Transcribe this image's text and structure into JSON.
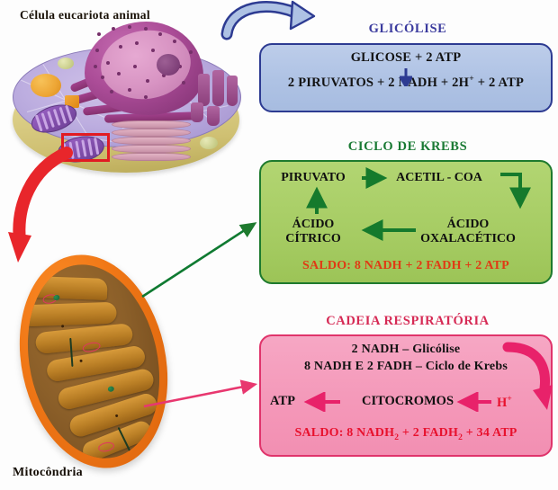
{
  "figure": {
    "cell_label": "Célula  eucariota animal",
    "mitochondria_label": "Mitocôndria"
  },
  "colors": {
    "glycolysis_accent": "#3b3b9e",
    "glycolysis_fill": "#aec2e4",
    "krebs_accent": "#1a7a34",
    "krebs_fill": "#a6cc63",
    "chain_accent": "#d62a55",
    "chain_fill": "#f497b8",
    "saldo_red": "#e8112d",
    "highlight_red": "#e11b22"
  },
  "panels": {
    "glycolysis": {
      "title": "GLICÓLISE",
      "reactant": "GLICOSE + 2 ATP",
      "products": "2 PIRUVATOS  + 2 NADH + 2H+ + 2 ATP",
      "arrow": "down-arrow"
    },
    "krebs": {
      "title": "CICLO DE KREBS",
      "nodes": {
        "piruvato": "PIRUVATO",
        "acetil_coa": "ACETIL - COA",
        "acido_citrico": "ÁCIDO CÍTRICO",
        "acido_oxalacetico": "ÁCIDO OXALACÉTICO"
      },
      "saldo": "SALDO: 8 NADH + 2 FADH +  2 ATP"
    },
    "respiratory_chain": {
      "title": "CADEIA RESPIRATÓRIA",
      "input_line1": "2 NADH – Glicólise",
      "input_line2": "8 NADH E 2 FADH – Ciclo de Krebs",
      "atp": "ATP",
      "citocromos": "CITOCROMOS",
      "hplus": "H+",
      "saldo": "SALDO: 8 NADH2 + 2 FADH2 +  34 ATP"
    }
  },
  "arrows": [
    {
      "name": "cell-to-glycolysis-arrow",
      "color": "#2d3b92",
      "style": "thick-curved"
    },
    {
      "name": "cell-to-mitochondrion-arrow",
      "color": "#e11b22",
      "style": "thick-curved"
    },
    {
      "name": "mitochondrion-to-krebs-arrow",
      "color": "#1e7a2e",
      "style": "straight"
    },
    {
      "name": "mitochondrion-to-chain-arrow",
      "color": "#e8376f",
      "style": "straight"
    }
  ]
}
